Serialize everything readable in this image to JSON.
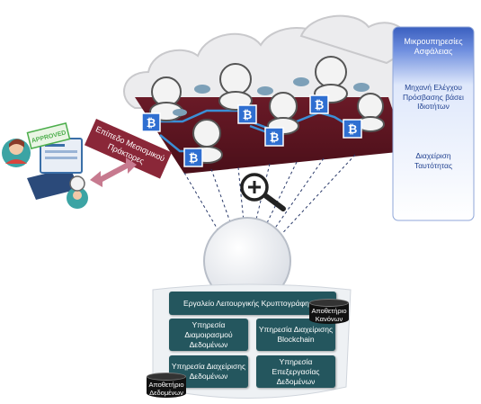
{
  "security_panel": {
    "title": "Μικρουπηρεσίες Ασφάλειας",
    "items": [
      "Μηχανή Ελέγχου Πρόσβασης βάσει Ιδιοτήτων",
      "Διαχείριση Ταυτότητας"
    ]
  },
  "middleware_label": "Επίπεδο Μεσισμικού Πράκτορες",
  "approved_stamp": "APPROVED",
  "main_box": "Εργαλείο Λειτουργικής Κρυπτογράφησης",
  "services": [
    "Υπηρεσία Διαμοιρασμού Δεδομένων",
    "Υπηρεσία Διαχείρισης Blockchain",
    "Υπηρεσία Διαχείρισης Δεδομένων",
    "Υπηρεσία Επεξεργασίας Δεδομένων"
  ],
  "rules_store": "Αποθετήριο Κανόνων",
  "data_store": "Αποθετήριο Δεδομένων",
  "colors": {
    "teal": "#24565e",
    "platform": "#5b1520",
    "panel_blue": "#3a5fbf",
    "block_blue": "#2f6fd1"
  },
  "icons": [
    "cloud-icon",
    "bitcoin-block-icon",
    "user-avatar-icon",
    "handshake-icon",
    "magnifier-plus-icon",
    "laptop-icon",
    "chain-link-icon"
  ]
}
